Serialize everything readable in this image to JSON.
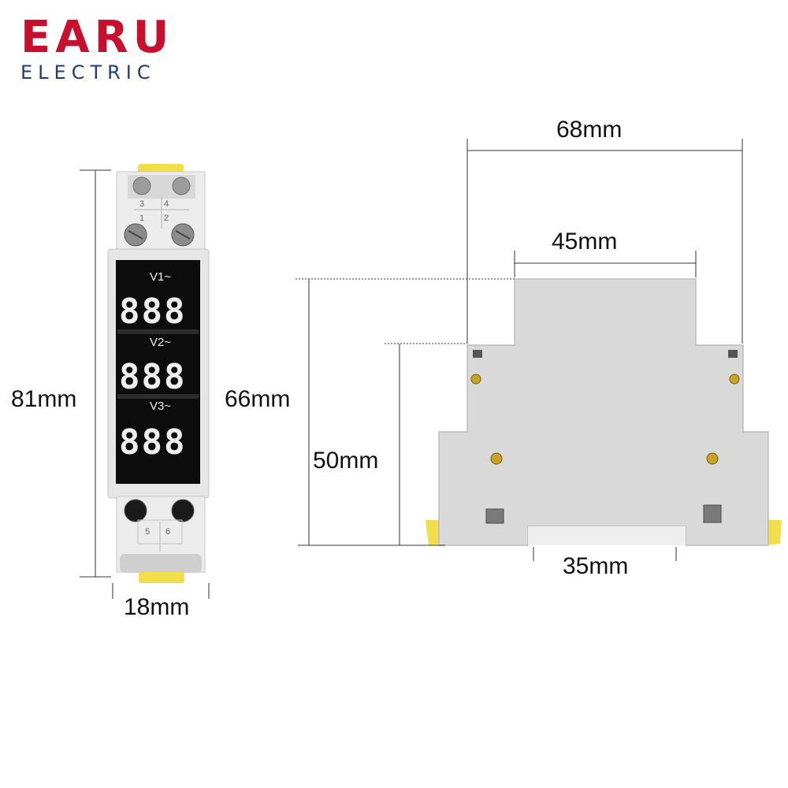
{
  "brand": {
    "name": "EARU",
    "tagline": "ELECTRIC",
    "primary_color": "#c8102e",
    "secondary_color": "#1f3c78"
  },
  "front_view": {
    "height_label": "81mm",
    "width_label": "18mm",
    "channels": [
      {
        "label": "V1~",
        "digits": "888"
      },
      {
        "label": "V2~",
        "digits": "888"
      },
      {
        "label": "V3~",
        "digits": "888"
      }
    ],
    "terminals_top": [
      "3",
      "4",
      "1",
      "2"
    ],
    "terminals_bottom": [
      "5",
      "6"
    ],
    "display_color": "#eeeeee",
    "body_color": "#e6e6e6",
    "clip_color": "#f2dd4a"
  },
  "side_view": {
    "total_width_label": "68mm",
    "top_width_label": "45mm",
    "top_height_label": "66mm",
    "mid_height_label": "50mm",
    "rail_width_label": "35mm"
  }
}
